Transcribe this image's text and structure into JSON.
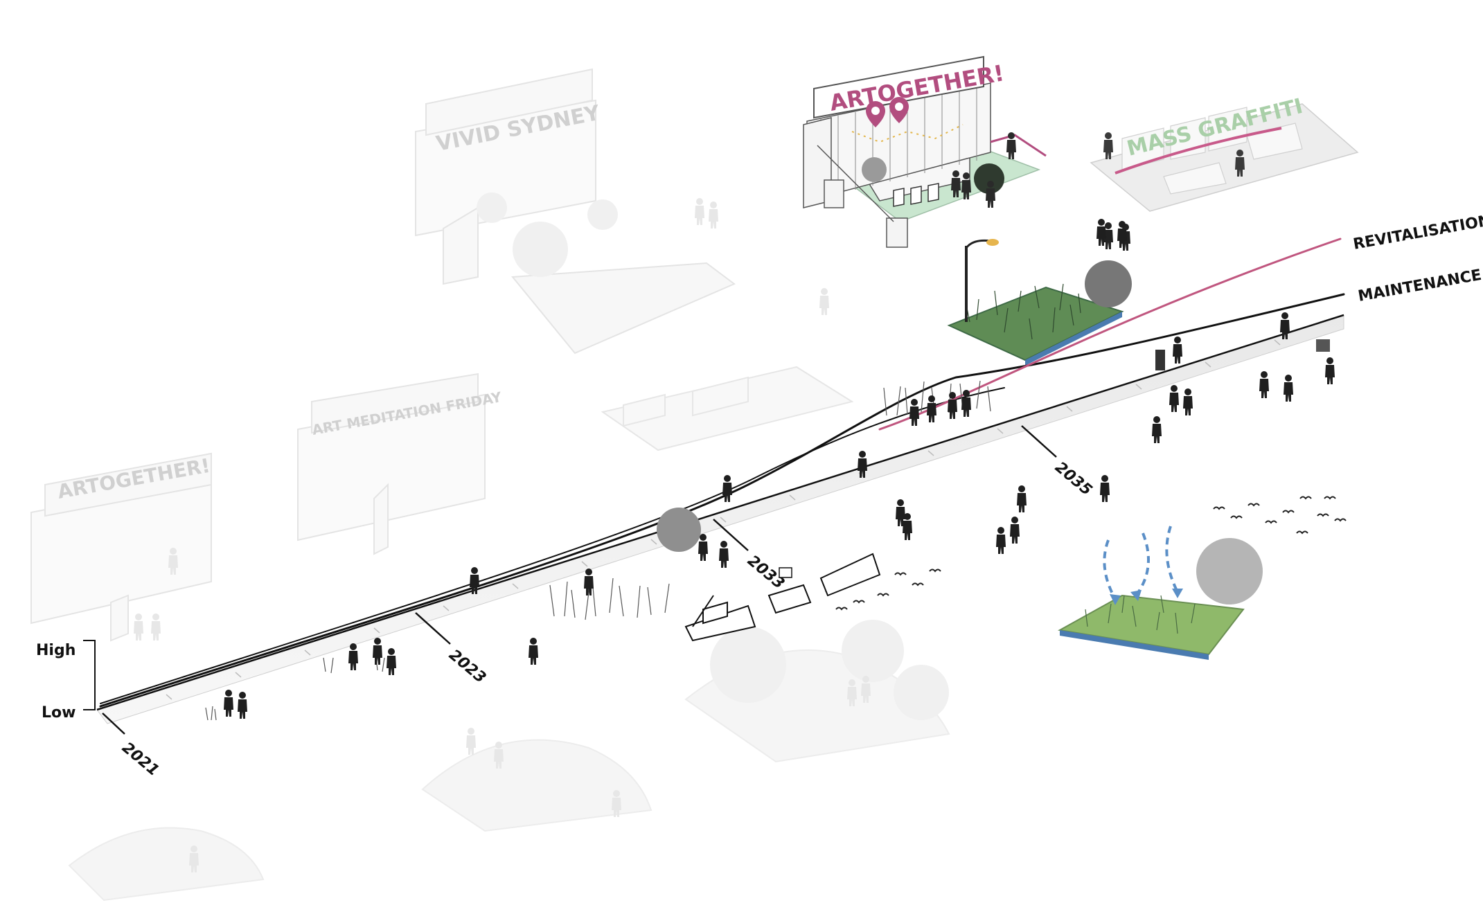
{
  "billboards": [
    {
      "text": "ARTOGETHER!",
      "emphasis": "active"
    },
    {
      "text": "VIVID SYDNEY",
      "emphasis": "faded"
    },
    {
      "text": "ART MEDITATION FRIDAY",
      "emphasis": "faded"
    },
    {
      "text": "ARTOGETHER!",
      "emphasis": "faded"
    }
  ],
  "mass_graffiti": {
    "text": "MASS GRAFFITI"
  },
  "curves": {
    "revitalisation": {
      "label": "REVITALISATION",
      "color": "#c0567f"
    },
    "maintenance": {
      "label": "MAINTENANCE",
      "color": "#111111"
    }
  },
  "axis": {
    "high": "High",
    "low": "Low"
  },
  "timeline": {
    "years": [
      "2021",
      "2023",
      "2033",
      "2035"
    ]
  },
  "colors": {
    "accent_pink": "#b24d7f",
    "plaza_green": "#c9e6cf",
    "bed_green": "#6e9c5c",
    "rain_arrow": "#5b8fc7",
    "faded": "#cfcfcf"
  }
}
